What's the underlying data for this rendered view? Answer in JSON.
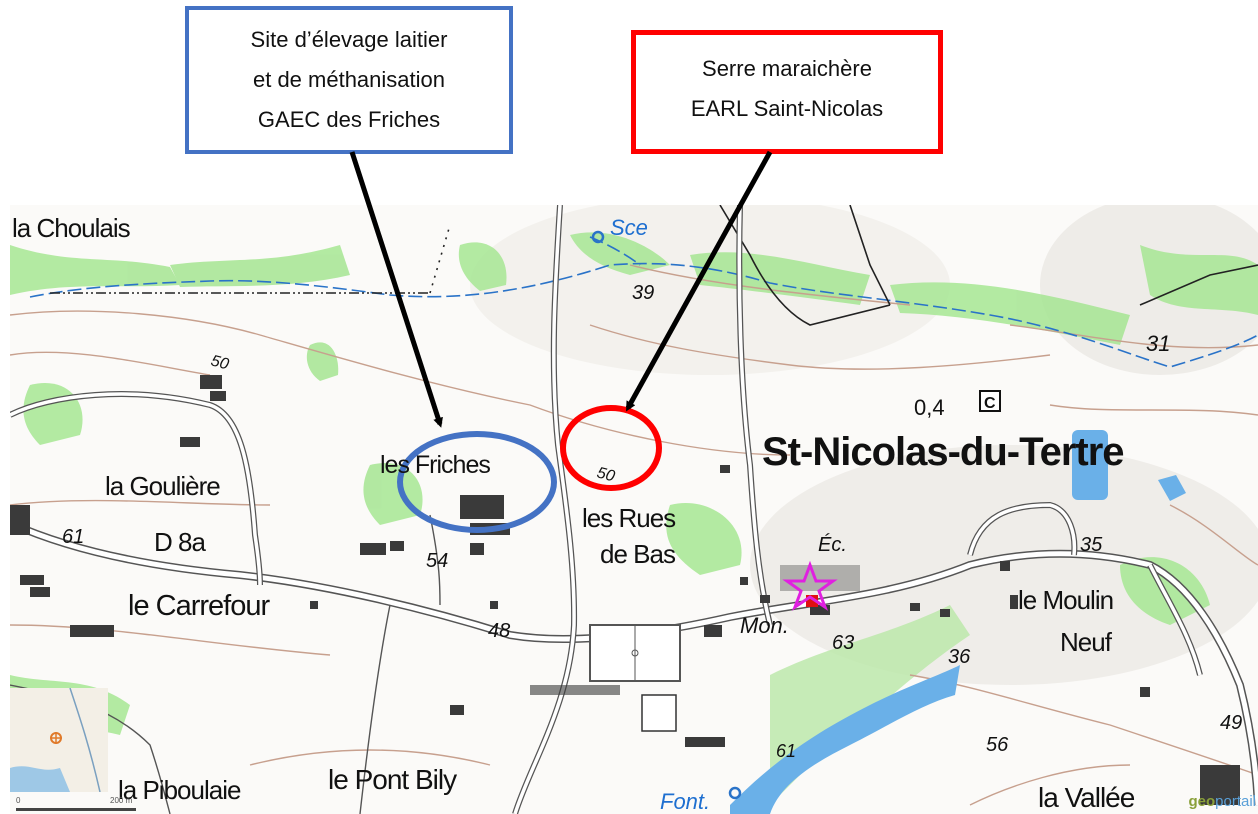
{
  "callouts": {
    "blue": {
      "line1": "Site d’élevage laitier",
      "line2": "et de méthanisation",
      "line3": "GAEC des Friches",
      "color": "#4472c4"
    },
    "red": {
      "line1": "Serre maraichère",
      "line2": "EARL Saint-Nicolas",
      "color": "#ff0000"
    }
  },
  "map": {
    "places": {
      "choulais": "la Choulais",
      "goulliere": "la Goulière",
      "friches": "les Friches",
      "carrefour": "le Carrefour",
      "rues_line1": "les Rues",
      "rues_line2": "de Bas",
      "town": "St-Nicolas-du-Tertre",
      "moulin_line1": "le Moulin",
      "moulin_line2": "Neuf",
      "piboulaie": "la Piboulaie",
      "pont_bily": "le Pont Bily",
      "vallee": "la Vallée",
      "ecole": "Éc.",
      "monument": "Mon.",
      "road": "D 8a"
    },
    "water": {
      "source": "Sce",
      "fontaine": "Font."
    },
    "elevations": [
      "39",
      "31",
      "50",
      "50",
      "61",
      "54",
      "48",
      "35",
      "63",
      "36",
      "49",
      "61",
      "56"
    ],
    "misc": {
      "distance": "0,4",
      "tag": "C"
    },
    "colors": {
      "vegetation": "#8fe07f",
      "contour": "#c7a08e",
      "water": "#6ab0e8",
      "stream": "#2a73c8",
      "road": "#555555",
      "star": "#e020e0",
      "church": "#e01010"
    }
  },
  "scale": {
    "start": "0",
    "end": "200 m"
  },
  "watermark": {
    "prefix": "geo",
    "suffix": "portail"
  }
}
